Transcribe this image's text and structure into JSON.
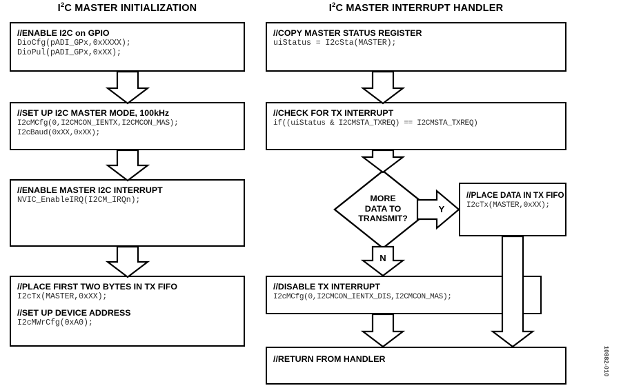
{
  "figure": {
    "figure_number": "10882-010",
    "columns": [
      {
        "id": "init",
        "title_pre": "I",
        "title_sup": "2",
        "title_post": "C MASTER INITIALIZATION"
      },
      {
        "id": "handler",
        "title_pre": "I",
        "title_sup": "2",
        "title_post": "C MASTER INTERRUPT HANDLER"
      }
    ]
  },
  "init_flow": {
    "box1": {
      "comment": "//ENABLE I2C on GPIO",
      "code1": "DioCfg(pADI_GPx,0xXXXX);",
      "code2": "DioPul(pADI_GPx,0xXX);"
    },
    "box2": {
      "comment": "//SET UP I2C MASTER MODE, 100kHz",
      "code1": "I2cMCfg(0,I2CMCON_IENTX,I2CMCON_MAS);",
      "code2": "I2cBaud(0xXX,0xXX);"
    },
    "box3": {
      "comment": "//ENABLE MASTER I2C INTERRUPT",
      "code1": "NVIC_EnableIRQ(I2CM_IRQn);"
    },
    "box4": {
      "comment1": "//PLACE FIRST TWO BYTES IN TX FIFO",
      "code1": "I2cTx(MASTER,0xXX);",
      "comment2": "//SET UP DEVICE ADDRESS",
      "code2": "I2cMWrCfg(0xA0);"
    }
  },
  "handler_flow": {
    "box1": {
      "comment": "//COPY MASTER STATUS REGISTER",
      "code1": "uiStatus = I2cSta(MASTER);"
    },
    "box2": {
      "comment": "//CHECK FOR TX INTERRUPT",
      "code1": "if((uiStatus & I2CMSTA_TXREQ) == I2CMSTA_TXREQ)"
    },
    "decision": {
      "line1": "MORE",
      "line2": "DATA TO",
      "line3": "TRANSMIT?",
      "yes_label": "Y",
      "no_label": "N"
    },
    "box_tx": {
      "comment": "//PLACE DATA IN TX FIFO",
      "code1": "I2cTx(MASTER,0xXX);"
    },
    "box_disable": {
      "comment": "//DISABLE TX INTERRUPT",
      "code1": "I2cMCfg(0,I2CMCON_IENTX_DIS,I2CMCON_MAS);"
    },
    "box_return": {
      "comment": "//RETURN FROM HANDLER"
    }
  },
  "colors": {
    "stroke": "#000000",
    "fill": "#ffffff",
    "code_text": "#2b2b2b"
  }
}
